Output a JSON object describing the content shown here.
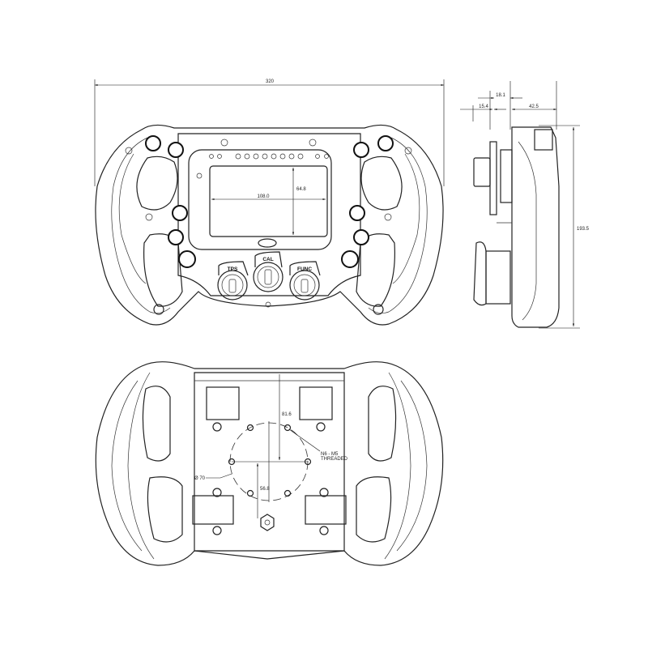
{
  "dimensions": {
    "overall_width": "320",
    "screen_width": "108.0",
    "screen_height": "64.8",
    "side_offset_1": "15.4",
    "side_offset_2": "18.1",
    "depth": "42.5",
    "height": "193.5",
    "mount_distance_top": "81.6",
    "mount_distance_bottom": "56.8",
    "bolt_circle": "Ø 70",
    "thread_note": "N6 - M5",
    "thread_note_2": "THREADED"
  },
  "switch_labels": {
    "left": "TPS",
    "center": "CAL",
    "right": "FUNC"
  }
}
